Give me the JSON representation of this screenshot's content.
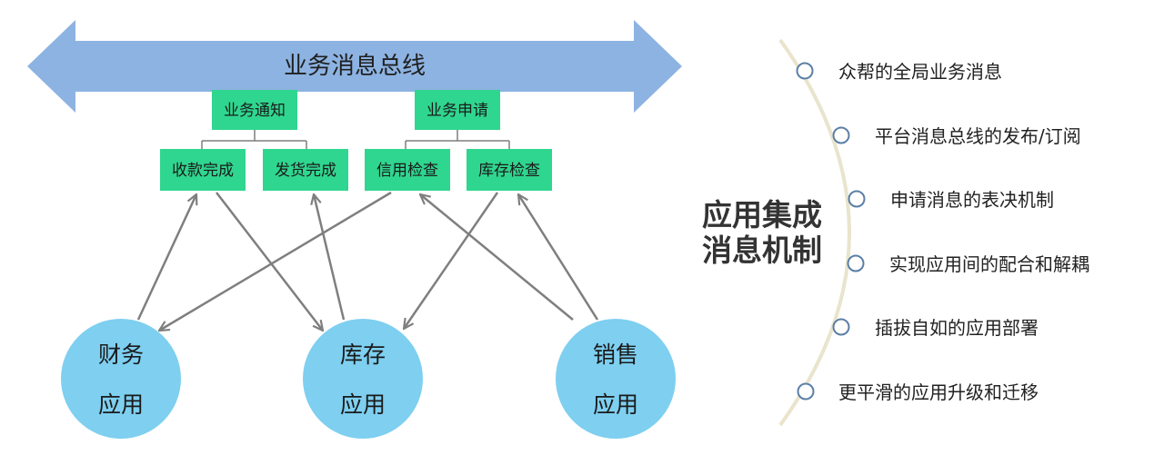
{
  "bus": {
    "label": "业务消息总线"
  },
  "categories": {
    "notify": "业务通知",
    "request": "业务申请"
  },
  "messages": {
    "payment_done": "收款完成",
    "shipment_done": "发货完成",
    "credit_check": "信用检查",
    "stock_check": "库存检查"
  },
  "apps": {
    "finance": {
      "line1": "财务",
      "line2": "应用"
    },
    "inventory": {
      "line1": "库存",
      "line2": "应用"
    },
    "sales": {
      "line1": "销售",
      "line2": "应用"
    }
  },
  "mechanism": {
    "title_line1": "应用集成",
    "title_line2": "消息机制",
    "items": [
      "众帮的全局业务消息",
      "平台消息总线的发布/订阅",
      "申请消息的表决机制",
      "实现应用间的配合和解耦",
      "插拔自如的应用部署",
      "更平滑的应用升级和迁移"
    ]
  },
  "colors": {
    "bus": "#8db3e2",
    "box": "#2fd68f",
    "app": "#7ecff0",
    "arrow": "#7f7f7f",
    "arc": "#e9e4cc",
    "bullet": "#5b7fa6"
  }
}
